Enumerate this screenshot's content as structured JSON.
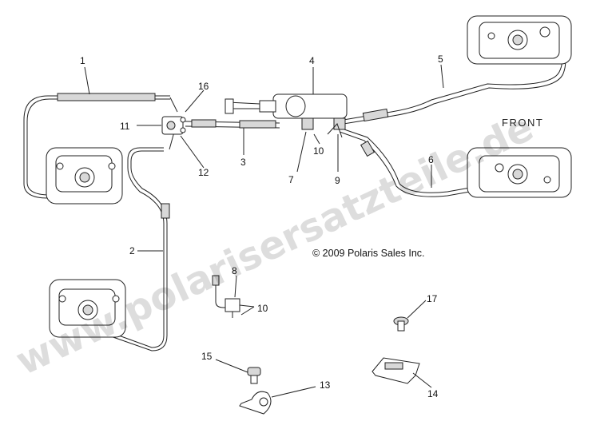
{
  "front_label": "FRONT",
  "copyright": "© 2009 Polaris Sales Inc.",
  "watermark": "www.polarisersatzteile.de",
  "callouts": {
    "c1": "1",
    "c2": "2",
    "c3": "3",
    "c4": "4",
    "c5": "5",
    "c6": "6",
    "c7": "7",
    "c8": "8",
    "c9": "9",
    "c10a": "10",
    "c10b": "10",
    "c11": "11",
    "c12": "12",
    "c13": "13",
    "c14": "14",
    "c15": "15",
    "c16": "16",
    "c17": "17"
  }
}
